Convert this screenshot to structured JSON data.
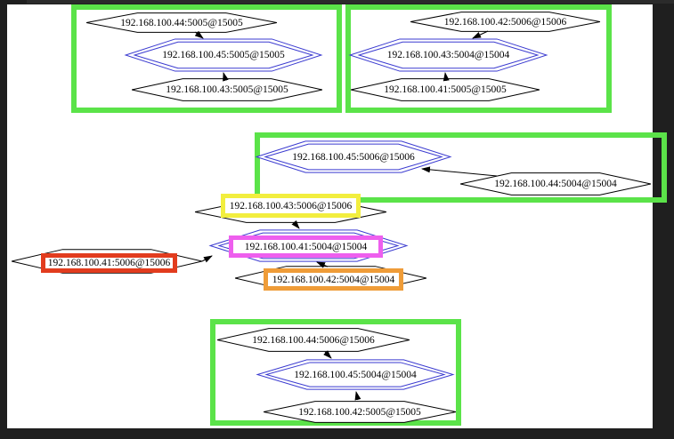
{
  "graph": {
    "canvas_background": "#ffffff",
    "frame_color": "#1f1f1f",
    "cluster_border_color": "#5be349",
    "leader_node_border_color": "#3a3ad0",
    "node_border_color": "#000000",
    "highlight_colors": {
      "yellow": "#f2ee3e",
      "magenta": "#ee5fee",
      "red": "#e23c1e",
      "orange": "#ef9c38"
    },
    "nodes": [
      {
        "label": "192.168.100.44:5005@15005",
        "shape": "hexagon",
        "cluster": "top-left",
        "highlight": null
      },
      {
        "label": "192.168.100.45:5005@15005",
        "shape": "double-hexagon",
        "cluster": "top-left",
        "highlight": null
      },
      {
        "label": "192.168.100.43:5005@15005",
        "shape": "hexagon",
        "cluster": "top-left",
        "highlight": null
      },
      {
        "label": "192.168.100.42:5006@15006",
        "shape": "hexagon",
        "cluster": "top-right",
        "highlight": null
      },
      {
        "label": "192.168.100.43:5004@15004",
        "shape": "double-hexagon",
        "cluster": "top-right",
        "highlight": null
      },
      {
        "label": "192.168.100.41:5005@15005",
        "shape": "hexagon",
        "cluster": "top-right",
        "highlight": null
      },
      {
        "label": "192.168.100.45:5006@15006",
        "shape": "double-hexagon",
        "cluster": "middle-right",
        "highlight": null
      },
      {
        "label": "192.168.100.44:5004@15004",
        "shape": "hexagon",
        "cluster": "middle-right",
        "highlight": null
      },
      {
        "label": "192.168.100.43:5006@15006",
        "shape": "hexagon",
        "cluster": null,
        "highlight": "yellow"
      },
      {
        "label": "192.168.100.41:5004@15004",
        "shape": "double-hexagon",
        "cluster": null,
        "highlight": "magenta"
      },
      {
        "label": "192.168.100.41:5006@15006",
        "shape": "hexagon",
        "cluster": null,
        "highlight": "red"
      },
      {
        "label": "192.168.100.42:5004@15004",
        "shape": "hexagon",
        "cluster": null,
        "highlight": "orange"
      },
      {
        "label": "192.168.100.44:5006@15006",
        "shape": "hexagon",
        "cluster": "bottom",
        "highlight": null
      },
      {
        "label": "192.168.100.45:5004@15004",
        "shape": "double-hexagon",
        "cluster": "bottom",
        "highlight": null
      },
      {
        "label": "192.168.100.42:5005@15005",
        "shape": "hexagon",
        "cluster": "bottom",
        "highlight": null
      }
    ],
    "edges": [
      {
        "from": "192.168.100.44:5005@15005",
        "to": "192.168.100.45:5005@15005"
      },
      {
        "from": "192.168.100.43:5005@15005",
        "to": "192.168.100.45:5005@15005"
      },
      {
        "from": "192.168.100.42:5006@15006",
        "to": "192.168.100.43:5004@15004"
      },
      {
        "from": "192.168.100.41:5005@15005",
        "to": "192.168.100.43:5004@15004"
      },
      {
        "from": "192.168.100.44:5004@15004",
        "to": "192.168.100.45:5006@15006"
      },
      {
        "from": "192.168.100.43:5006@15006",
        "to": "192.168.100.41:5004@15004"
      },
      {
        "from": "192.168.100.41:5006@15006",
        "to": "192.168.100.41:5004@15004"
      },
      {
        "from": "192.168.100.42:5004@15004",
        "to": "192.168.100.41:5004@15004"
      },
      {
        "from": "192.168.100.44:5006@15006",
        "to": "192.168.100.45:5004@15004"
      },
      {
        "from": "192.168.100.42:5005@15005",
        "to": "192.168.100.45:5004@15004"
      }
    ]
  }
}
